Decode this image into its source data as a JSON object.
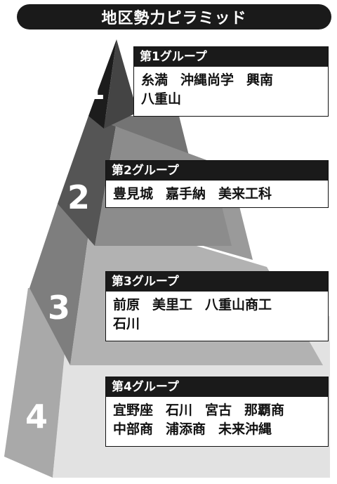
{
  "title": "地区勢力ピラミッド",
  "colors": {
    "dark": "#1a1a1a",
    "tier_shades": [
      "#3c3c3c",
      "#6a6a6a",
      "#8e8e8e",
      "#b8b8b8"
    ]
  },
  "groups": [
    {
      "number": "1",
      "heading": "第1グループ",
      "lines": [
        [
          "糸満",
          "沖縄尚学",
          "興南"
        ],
        [
          "八重山"
        ]
      ]
    },
    {
      "number": "2",
      "heading": "第2グループ",
      "lines": [
        [
          "豊見城",
          "嘉手納",
          "美来工科"
        ]
      ]
    },
    {
      "number": "3",
      "heading": "第3グループ",
      "lines": [
        [
          "前原",
          "美里工",
          "八重山商工"
        ],
        [
          "石川"
        ]
      ]
    },
    {
      "number": "4",
      "heading": "第4グループ",
      "lines": [
        [
          "宜野座",
          "石川",
          "宮古",
          "那覇商"
        ],
        [
          "中部商",
          "浦添商",
          "未来沖縄"
        ]
      ]
    }
  ]
}
